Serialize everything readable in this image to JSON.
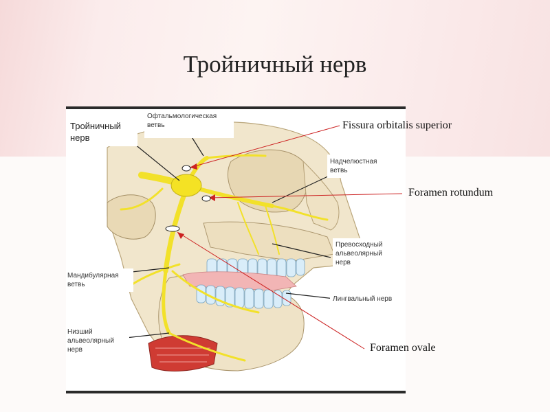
{
  "slide": {
    "title": "Тройничный нерв"
  },
  "figure": {
    "labels": {
      "trigeminal": "Тройничный\nнерв",
      "ophthalmic": "Офтальмологическая\nветвь",
      "maxillary": "Надчелюстная\nветвь",
      "superior_alveolar": "Превосходный\nальвеолярный\nнерв",
      "mandibular": "Мандибулярная\nветвь",
      "lingual": "Лингвальный нерв",
      "inferior_alveolar": "Низший\nальвеолярный\nнерв"
    }
  },
  "annotations": {
    "fissura": "Fissura orbitalis superior",
    "rotundum": "Foramen rotundum",
    "ovale": "Foramen ovale"
  },
  "colors": {
    "nerve": "#f2e12a",
    "bone": "#f3e8cf",
    "teeth": "#dbeefa",
    "gum": "#f2b7b7",
    "muscle": "#cf3a32",
    "annotation_line": "#cc2222"
  }
}
